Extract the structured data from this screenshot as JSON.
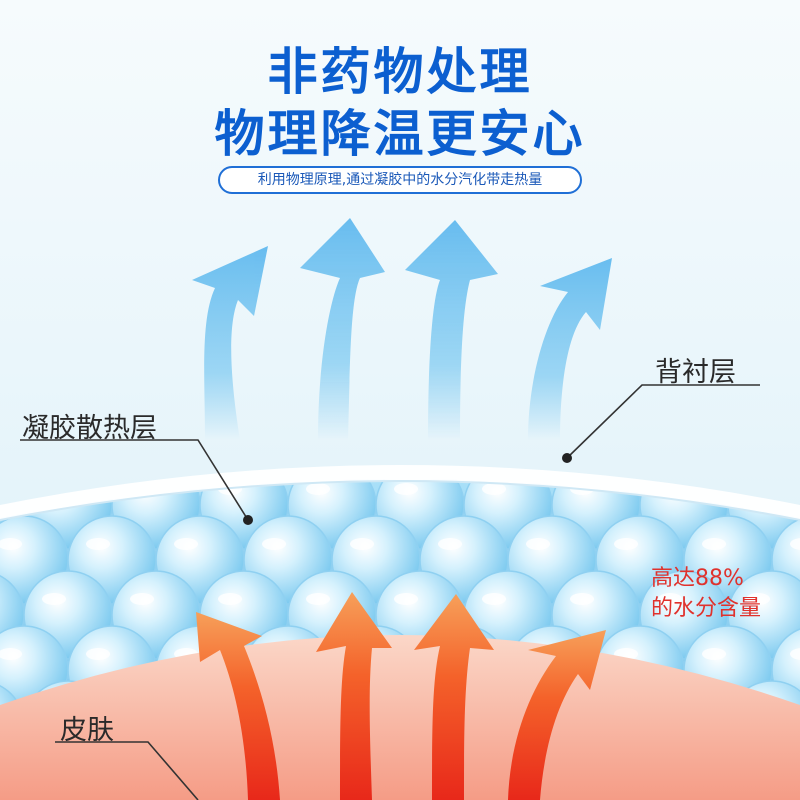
{
  "headline": {
    "line1": "非药物处理",
    "line2": "物理降温更安心"
  },
  "subtitle": "利用物理原理,通过凝胶中的水分汽化带走热量",
  "labels": {
    "backing_layer": "背衬层",
    "gel_layer": "凝胶散热层",
    "skin": "皮肤"
  },
  "water_content": {
    "line1": "高达88%",
    "line2": "的水分含量"
  },
  "colors": {
    "headline": "#0c5fd0",
    "accent_red": "#e0322d",
    "cool_arrow": "#6cc1ef",
    "warm_arrow": "#f26a2e",
    "skin": "#f8b8a4",
    "gel": "#8fd3f4"
  }
}
